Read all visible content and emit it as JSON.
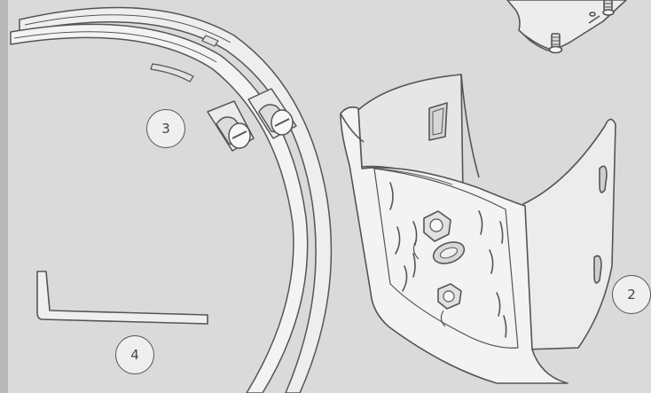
{
  "colors": {
    "background": "#dadada",
    "side_stripe": "#b9b9b9",
    "part_fill": "#efefef",
    "line": "#555555"
  },
  "callouts": {
    "bracket": "2",
    "clamps": "3",
    "hex_key": "4"
  },
  "icons": [
    "hose-clamp-icon",
    "mounting-bracket-icon",
    "hex-key-icon",
    "camera-housing-icon"
  ]
}
